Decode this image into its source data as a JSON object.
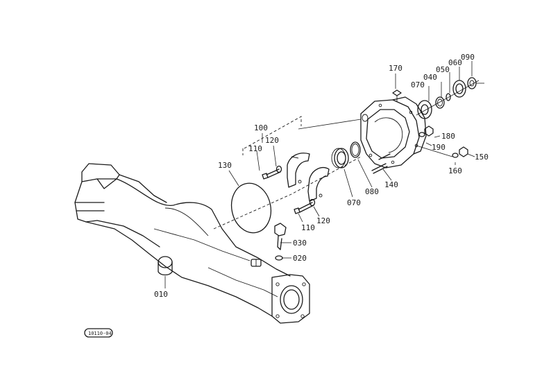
{
  "diagram": {
    "callouts": {
      "p010": "010",
      "p020": "020",
      "p030": "030",
      "p040": "040",
      "p050": "050",
      "p060": "060",
      "p070a": "070",
      "p070b": "070",
      "p080": "080",
      "p090": "090",
      "p100": "100",
      "p110a": "110",
      "p110b": "110",
      "p120a": "120",
      "p120b": "120",
      "p130": "130",
      "p140": "140",
      "p150": "150",
      "p160": "160",
      "p170": "170",
      "p180": "180",
      "p190": "190"
    },
    "drawing_code": "10110-04"
  }
}
